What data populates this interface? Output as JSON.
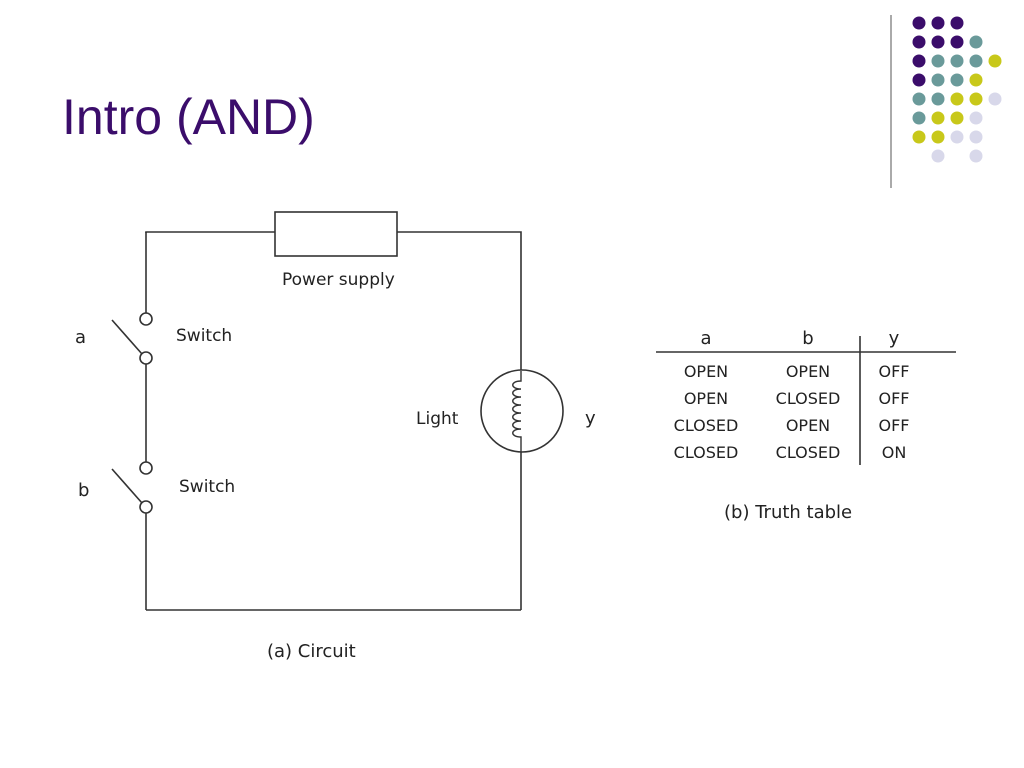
{
  "slide": {
    "title": "Intro (AND)",
    "title_color": "#3b0d6b"
  },
  "decoration": {
    "rows": [
      [
        "#3b0d6b",
        "#3b0d6b",
        "#3b0d6b",
        null,
        null
      ],
      [
        "#3b0d6b",
        "#3b0d6b",
        "#3b0d6b",
        "#6a9a9a",
        null
      ],
      [
        "#3b0d6b",
        "#6a9a9a",
        "#6a9a9a",
        "#6a9a9a",
        "#c8c81a"
      ],
      [
        "#3b0d6b",
        "#6a9a9a",
        "#6a9a9a",
        "#c8c81a",
        null
      ],
      [
        "#6a9a9a",
        "#6a9a9a",
        "#c8c81a",
        "#c8c81a",
        "#d8d8ea"
      ],
      [
        "#6a9a9a",
        "#c8c81a",
        "#c8c81a",
        "#d8d8ea",
        null
      ],
      [
        "#c8c81a",
        "#c8c81a",
        "#d8d8ea",
        "#d8d8ea",
        null
      ],
      [
        null,
        "#d8d8ea",
        null,
        "#d8d8ea",
        null
      ]
    ]
  },
  "circuit": {
    "power_supply_label": "Power supply",
    "switch_a_name": "a",
    "switch_a_label": "Switch",
    "switch_b_name": "b",
    "switch_b_label": "Switch",
    "light_label": "Light",
    "output_label": "y",
    "caption": "(a)  Circuit"
  },
  "truth_table": {
    "headers": [
      "a",
      "b",
      "y"
    ],
    "rows": [
      [
        "OPEN",
        "OPEN",
        "OFF"
      ],
      [
        "OPEN",
        "CLOSED",
        "OFF"
      ],
      [
        "CLOSED",
        "OPEN",
        "OFF"
      ],
      [
        "CLOSED",
        "CLOSED",
        "ON"
      ]
    ],
    "caption": "(b)  Truth table"
  }
}
